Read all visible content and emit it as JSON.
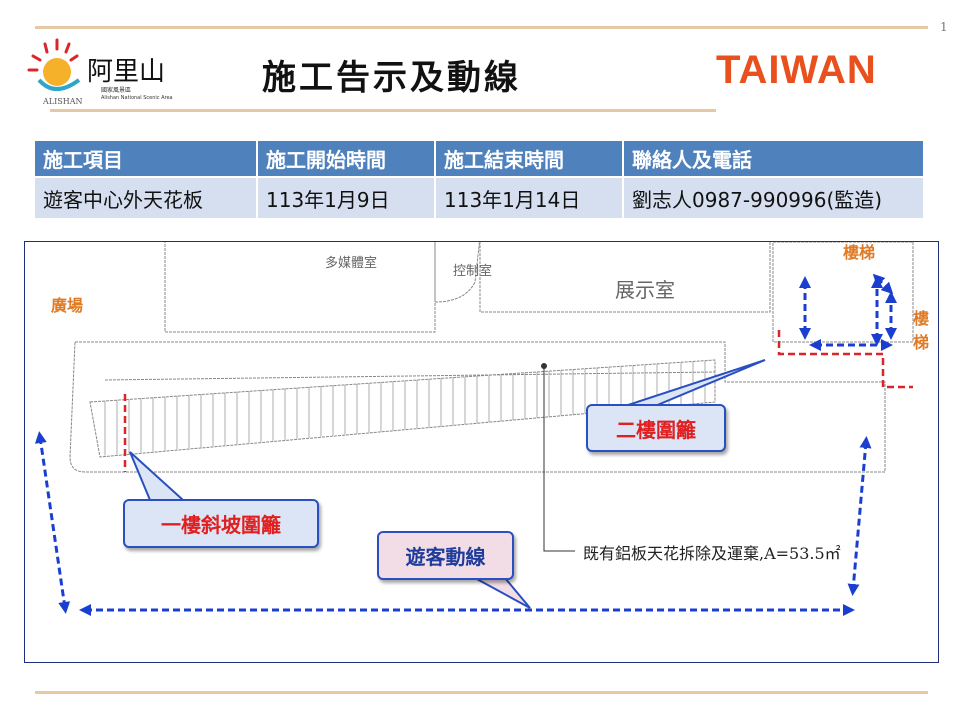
{
  "page_number": "1",
  "title": "施工告示及動線",
  "logos": {
    "alishan": "阿里山 國家風景區 Alishan National Scenic Area ALISHAN",
    "taiwan": "TAIWAN"
  },
  "table": {
    "headers": [
      "施工項目",
      "施工開始時間",
      "施工結束時間",
      "聯絡人及電話"
    ],
    "rows": [
      [
        "遊客中心外天花板",
        "113年1月9日",
        "113年1月14日",
        "劉志人0987-990996(監造)"
      ]
    ]
  },
  "drawing": {
    "labels": {
      "plaza": "廣場",
      "stairs_top": "樓梯",
      "stairs_right": "樓梯"
    },
    "rooms": {
      "multimedia": "多媒體室",
      "control": "控制室",
      "exhibit": "展示室"
    },
    "callouts": {
      "ramp_fence": "一樓斜坡圍籬",
      "second_floor_fence": "二樓圍籬",
      "visitor_route": "遊客動線"
    },
    "caption": "既有鋁板天花拆除及運棄,A=53.5㎡",
    "colors": {
      "fence": "#d9262b",
      "route": "#1a3fd0",
      "label": "#e07a25"
    }
  }
}
